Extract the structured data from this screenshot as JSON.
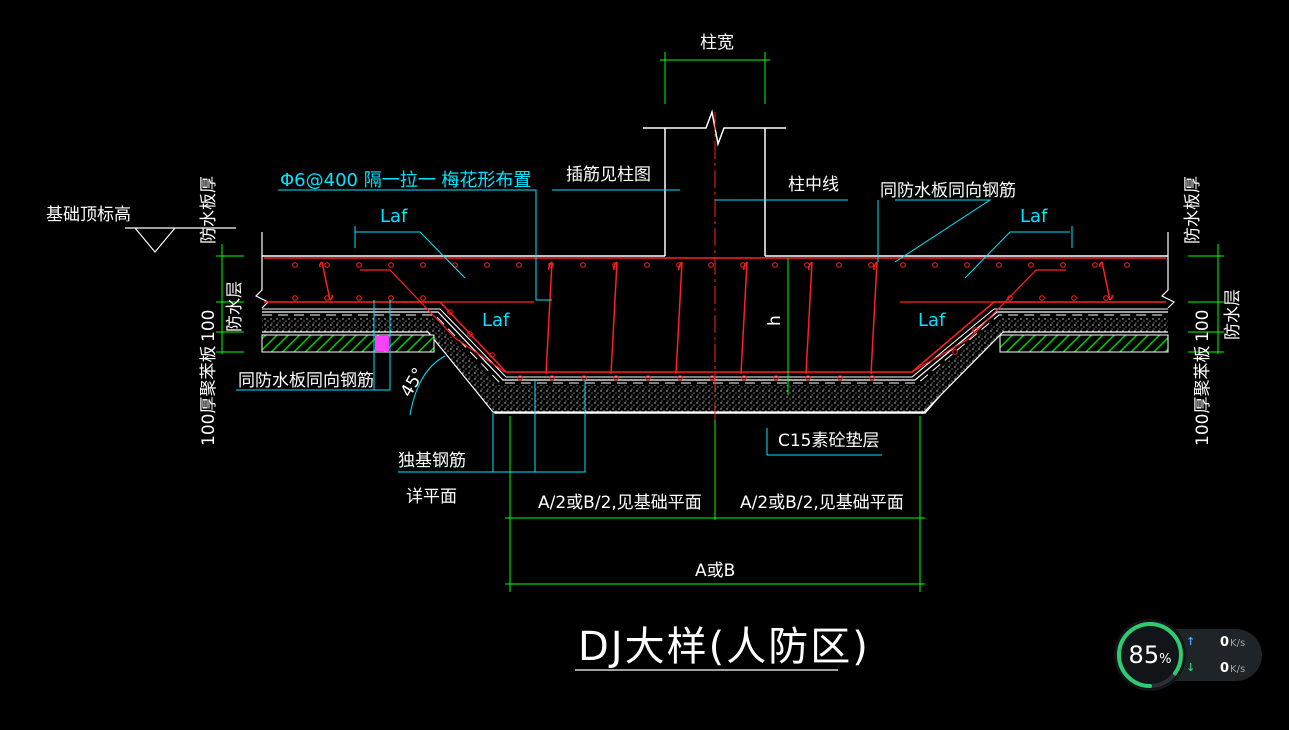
{
  "drawing": {
    "title": "DJ大样(人防区)",
    "labels": {
      "column_width": "柱宽",
      "column_center": "柱中线",
      "dowel_note": "插筋见柱图",
      "tie_note": "Φ6@400 隔一拉一 梅花形布置",
      "same_dir_rebar_top": "同防水板同向钢筋",
      "same_dir_rebar_left": "同防水板同向钢筋",
      "foundation_top_elev": "基础顶标高",
      "waterproof_slab_thk_left": "防水板厚",
      "waterproof_slab_thk_right": "防水板厚",
      "waterproof_layer_left": "防水层",
      "waterproof_layer_right": "防水层",
      "dim_100_left": "100",
      "dim_100_right": "100",
      "cushion_left": "100厚聚苯板",
      "cushion_right": "100厚聚苯板",
      "laf_1": "Laf",
      "laf_2": "Laf",
      "laf_3": "Laf",
      "laf_4": "Laf",
      "h": "h",
      "angle": "45°",
      "independent_rebar": "独基钢筋",
      "see_plan": "详平面",
      "c15_pad": "C15素砼垫层",
      "half_dim_left": "A/2或B/2,见基础平面",
      "half_dim_right": "A/2或B/2,见基础平面",
      "full_dim": "A或B"
    },
    "colors": {
      "rebar": "#ff2020",
      "outline": "#ffffff",
      "leader": "#00e5ff",
      "dimension": "#00ff00",
      "insulation": "#00cc00",
      "magenta": "#ff40ff",
      "center_line": "#ff2020"
    }
  },
  "network_widget": {
    "percent": "85",
    "percent_unit": "%",
    "upload_value": "0",
    "upload_unit": "K/s",
    "download_value": "0",
    "download_unit": "K/s",
    "upload_icon": "up-arrow-icon",
    "download_icon": "down-arrow-icon",
    "gauge_fraction": 0.85
  }
}
